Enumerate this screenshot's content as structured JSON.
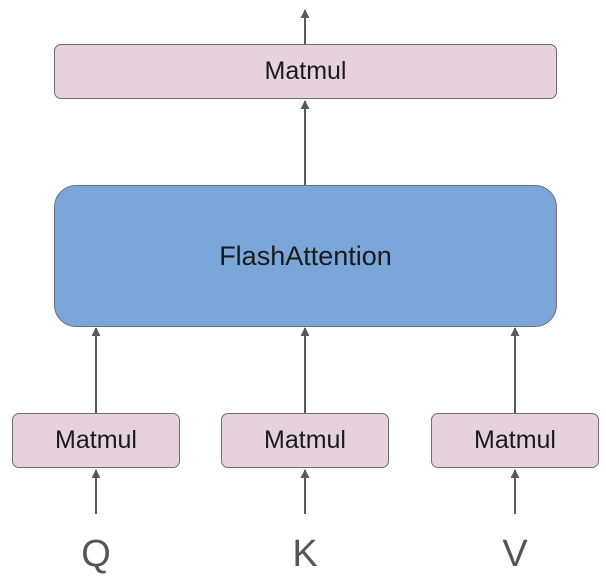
{
  "diagram": {
    "top_block": {
      "label": "Matmul"
    },
    "attention_block": {
      "label": "FlashAttention"
    },
    "projection_blocks": [
      {
        "label": "Matmul"
      },
      {
        "label": "Matmul"
      },
      {
        "label": "Matmul"
      }
    ],
    "inputs": [
      {
        "label": "Q"
      },
      {
        "label": "K"
      },
      {
        "label": "V"
      }
    ]
  },
  "colors": {
    "matmul_fill": "#e6d2dc",
    "attention_fill": "#7ba6d9",
    "border": "#6f6f6f",
    "arrow": "#595959",
    "input_text": "#555555"
  }
}
